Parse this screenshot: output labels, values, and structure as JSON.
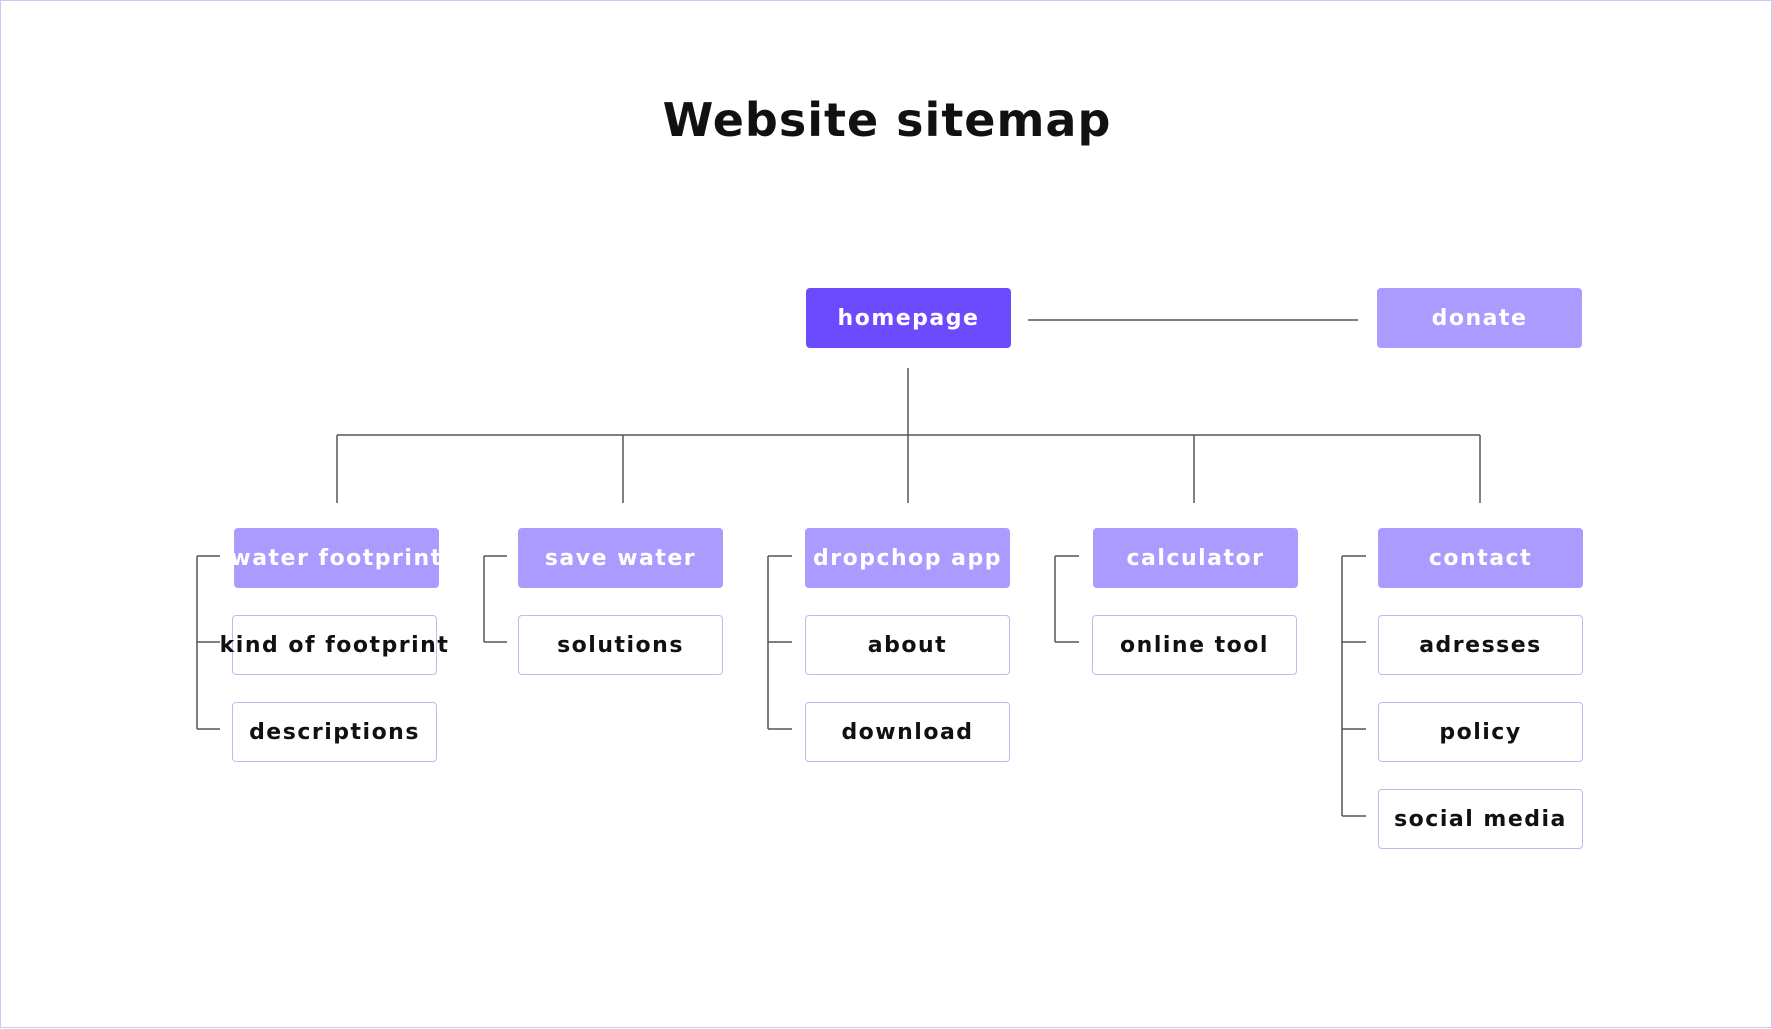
{
  "title": "Website sitemap",
  "colors": {
    "root": "#6c4bff",
    "section": "#ab9bff",
    "sub_border": "#c3b8f6",
    "line": "#555555"
  },
  "root": {
    "label": "homepage"
  },
  "side": {
    "label": "donate"
  },
  "sections": [
    {
      "label": "water footprint",
      "children": [
        "kind of footprint",
        "descriptions"
      ]
    },
    {
      "label": "save water",
      "children": [
        "solutions"
      ]
    },
    {
      "label": "dropchop app",
      "children": [
        "about",
        "download"
      ]
    },
    {
      "label": "calculator",
      "children": [
        "online tool"
      ]
    },
    {
      "label": "contact",
      "children": [
        "adresses",
        "policy",
        "social media"
      ]
    }
  ]
}
